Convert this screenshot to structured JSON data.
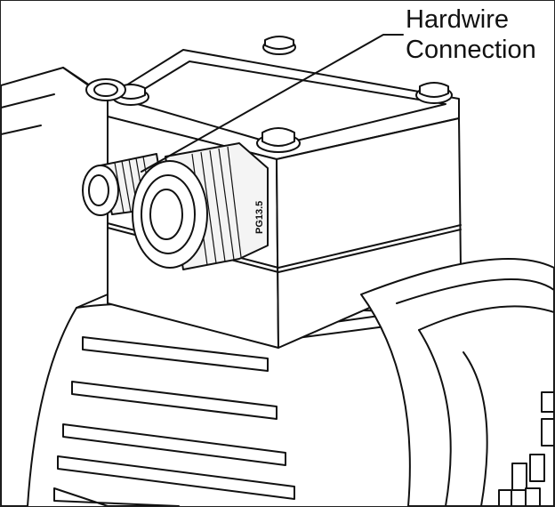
{
  "callout": {
    "line1": "Hardwire",
    "line2": "Connection"
  },
  "gland_marking": "PG13.5",
  "colors": {
    "line": "#111111",
    "background": "#ffffff"
  }
}
